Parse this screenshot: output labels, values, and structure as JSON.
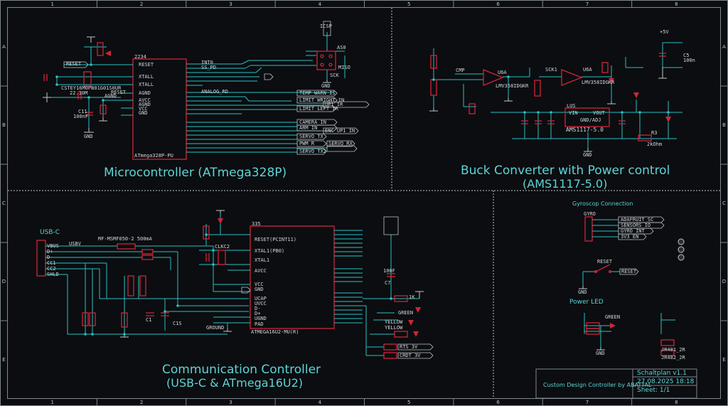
{
  "frame": {
    "columns": [
      "1",
      "2",
      "3",
      "4",
      "5",
      "6",
      "7",
      "8"
    ],
    "rows": [
      "A",
      "B",
      "C",
      "D",
      "E"
    ]
  },
  "colors": {
    "background": "#0b0d10",
    "wire": "#27c1c4",
    "part": "#d0243a",
    "text": "#cfd6da",
    "heading": "#5fd3d6",
    "border": "#7d878e"
  },
  "sections": {
    "microcontroller": "Microcontroller (ATmega328P)",
    "buck_line1": "Buck Converter with Power control",
    "buck_line2": "(AMS1117-5.0)",
    "comm_line1": "Communication Controller",
    "comm_line2": "(USB-C & ATmega16U2)",
    "gyro": "Gyroscop Connection",
    "power_led": "Power LED"
  },
  "mcu": {
    "chip_top": "2234",
    "chip_name": "ATmega328P-PU",
    "left_pins": [
      "RESET",
      "XTALL",
      "XTALL",
      "AGND",
      "AVCC",
      "AGND",
      "VCC",
      "GND"
    ],
    "reset_label": "RESET",
    "crystal": "CSTEY16M0PB01G01S0UR",
    "freq": "22.10M",
    "cap": "C11",
    "cap_val": "100nF",
    "gnd": "GND",
    "agnd": "AGND",
    "rst": "RESET"
  },
  "mcu_nets": [
    "INT0",
    "SS_PD",
    "TEMP_WARN_IS",
    "ANALOG_RD",
    "LIMIT_WRIGHT_IN",
    "UP1_IR",
    "LIMIT_LEFT_IR",
    "CAMERA_IN",
    "ARM_IN",
    "ENC_UP1_IN",
    "SERVO_TX",
    "PWM_R",
    "SERVO_RX",
    "SERVO_TX2"
  ],
  "isp": {
    "label": "AS0",
    "pins": "ICSP",
    "net": "MISO",
    "sck": "SCK",
    "gnd": "GND"
  },
  "buck": {
    "comp": "CMP",
    "opamp1": "U6A",
    "opamp1_name": "LMV358IDGKR",
    "opamp2": "U6A",
    "opamp2_name": "LMV358IDGKR",
    "sck": "SCK1",
    "reg": "LUS",
    "reg_vin": "VIN",
    "reg_vout": "VOUT",
    "reg_gnd": "GND/ADJ",
    "reg_name": "AMS1117-5.0",
    "r3": "R3",
    "r3_val": "2kOhm",
    "c5": "C5",
    "c5_val": "100n",
    "v5": "+5V",
    "gnd": "GND"
  },
  "comm": {
    "usb_label": "USB-C",
    "usb_pins": [
      "VBUS",
      "D+",
      "D-",
      "CC1",
      "CC2",
      "SHLD"
    ],
    "fuse": "MF-MSMF050-2 500mA",
    "usbv": "USBV",
    "chip_top": "335",
    "chip_name": "ATMEGA16U2-MU(R)",
    "left_pins": [
      "RESET(PCINT11)",
      "XTAL1(PB0)",
      "XTAL1",
      "AVCC",
      "VCC",
      "GND",
      "UCAP",
      "UVCC",
      "D-",
      "D+",
      "UGND",
      "PAD"
    ],
    "xtal": "CLKC2",
    "cap_c7": "C7",
    "cap_c7_val": "100F",
    "r_val": "1K",
    "yellow": "YELLOW",
    "green": "GREEN",
    "ground": "GROUND",
    "rts": "RTS_3V",
    "crx": "CRDT_3V",
    "c_left": "C1",
    "c_right": "C1S"
  },
  "gyro": {
    "name": "GYRO",
    "nets": [
      "ADAFRUIT_SC",
      "SENSORS_IO",
      "GYRO_INT",
      "3V3_EN"
    ],
    "reset": "RESET",
    "reset_net": "RESET",
    "gnd": "GND"
  },
  "power_led": {
    "color": "GREEN",
    "r1": "JR481_2R",
    "r2": "JR482_2R",
    "gnd": "GND"
  },
  "title_block": {
    "title": "Schaltplan v1.1",
    "date": "27.08.2025 18:18",
    "sheet": "Sheet: 1/1",
    "designer": "Custom Design Controller by ABATTAL"
  }
}
